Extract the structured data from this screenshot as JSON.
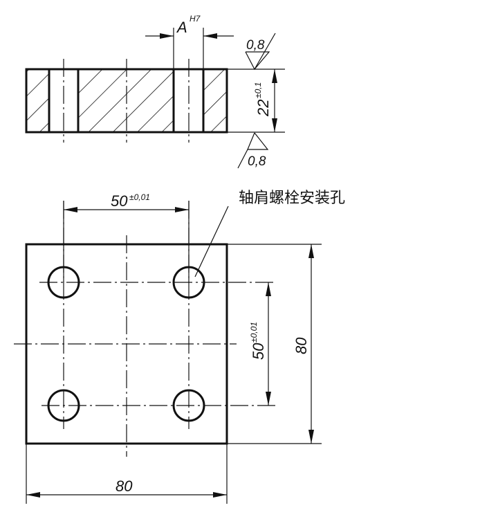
{
  "section_view": {
    "bore_label": "A",
    "bore_tolerance": "H7",
    "thickness": "22",
    "thickness_tolerance": "±0,1",
    "roughness_top": "0,8",
    "roughness_bottom": "0,8"
  },
  "plan_view": {
    "hole_spacing_x": "50",
    "hole_spacing_x_tolerance": "±0,01",
    "hole_spacing_y": "50",
    "hole_spacing_y_tolerance": "±0,01",
    "width": "80",
    "height": "80",
    "hole_callout": "轴肩螺栓安装孔"
  }
}
